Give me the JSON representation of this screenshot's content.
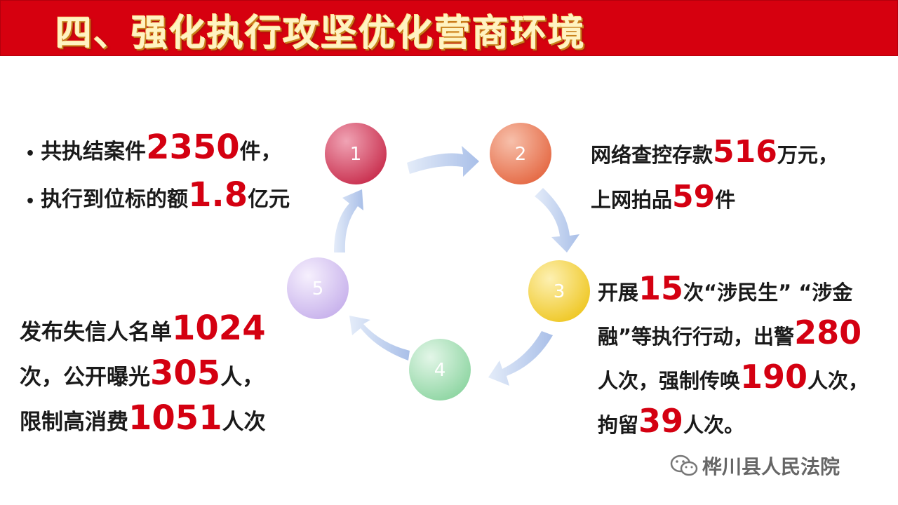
{
  "title": "四、强化执行攻坚优化营商环境",
  "left_top": {
    "line1": {
      "prefix": "共执结案件",
      "num": "2350",
      "suffix": "件，"
    },
    "line2": {
      "prefix": "执行到位标的额",
      "num": "1.8",
      "suffix": "亿元"
    }
  },
  "right_top": {
    "line1": {
      "prefix": "网络查控存款",
      "num": "516",
      "suffix": "万元，"
    },
    "line2": {
      "prefix": "上网拍品",
      "num": "59",
      "suffix": "件"
    }
  },
  "right_bottom": {
    "line1": {
      "prefix": "开展",
      "num": "15",
      "suffix": "次“涉民生” “涉金"
    },
    "line2": {
      "prefix": "融”等执行行动，出警",
      "num": "280"
    },
    "line3": {
      "prefix": "人次，强制传唤",
      "num": "190",
      "suffix": "人次，"
    },
    "line4": {
      "prefix": "拘留",
      "num": "39",
      "suffix": "人次。"
    }
  },
  "left_bottom": {
    "line1": {
      "prefix": "发布失信人名单",
      "num": "1024"
    },
    "line2": {
      "prefix": "次，公开曝光",
      "num": "305",
      "suffix": "人，"
    },
    "line3": {
      "prefix": "限制高消费",
      "num": "1051",
      "suffix": "人次"
    }
  },
  "cycle_steps": [
    "1",
    "2",
    "3",
    "4",
    "5"
  ],
  "colors": {
    "title_bar": "#d6000f",
    "highlight_number": "#d40011",
    "step1": "#cf4460",
    "step2": "#ea7656",
    "step3": "#f2cf3c",
    "step4": "#9fdcb0",
    "step5": "#d5c2ef",
    "arrow": "#b8c9ea"
  },
  "watermark": "桦川县人民法院"
}
